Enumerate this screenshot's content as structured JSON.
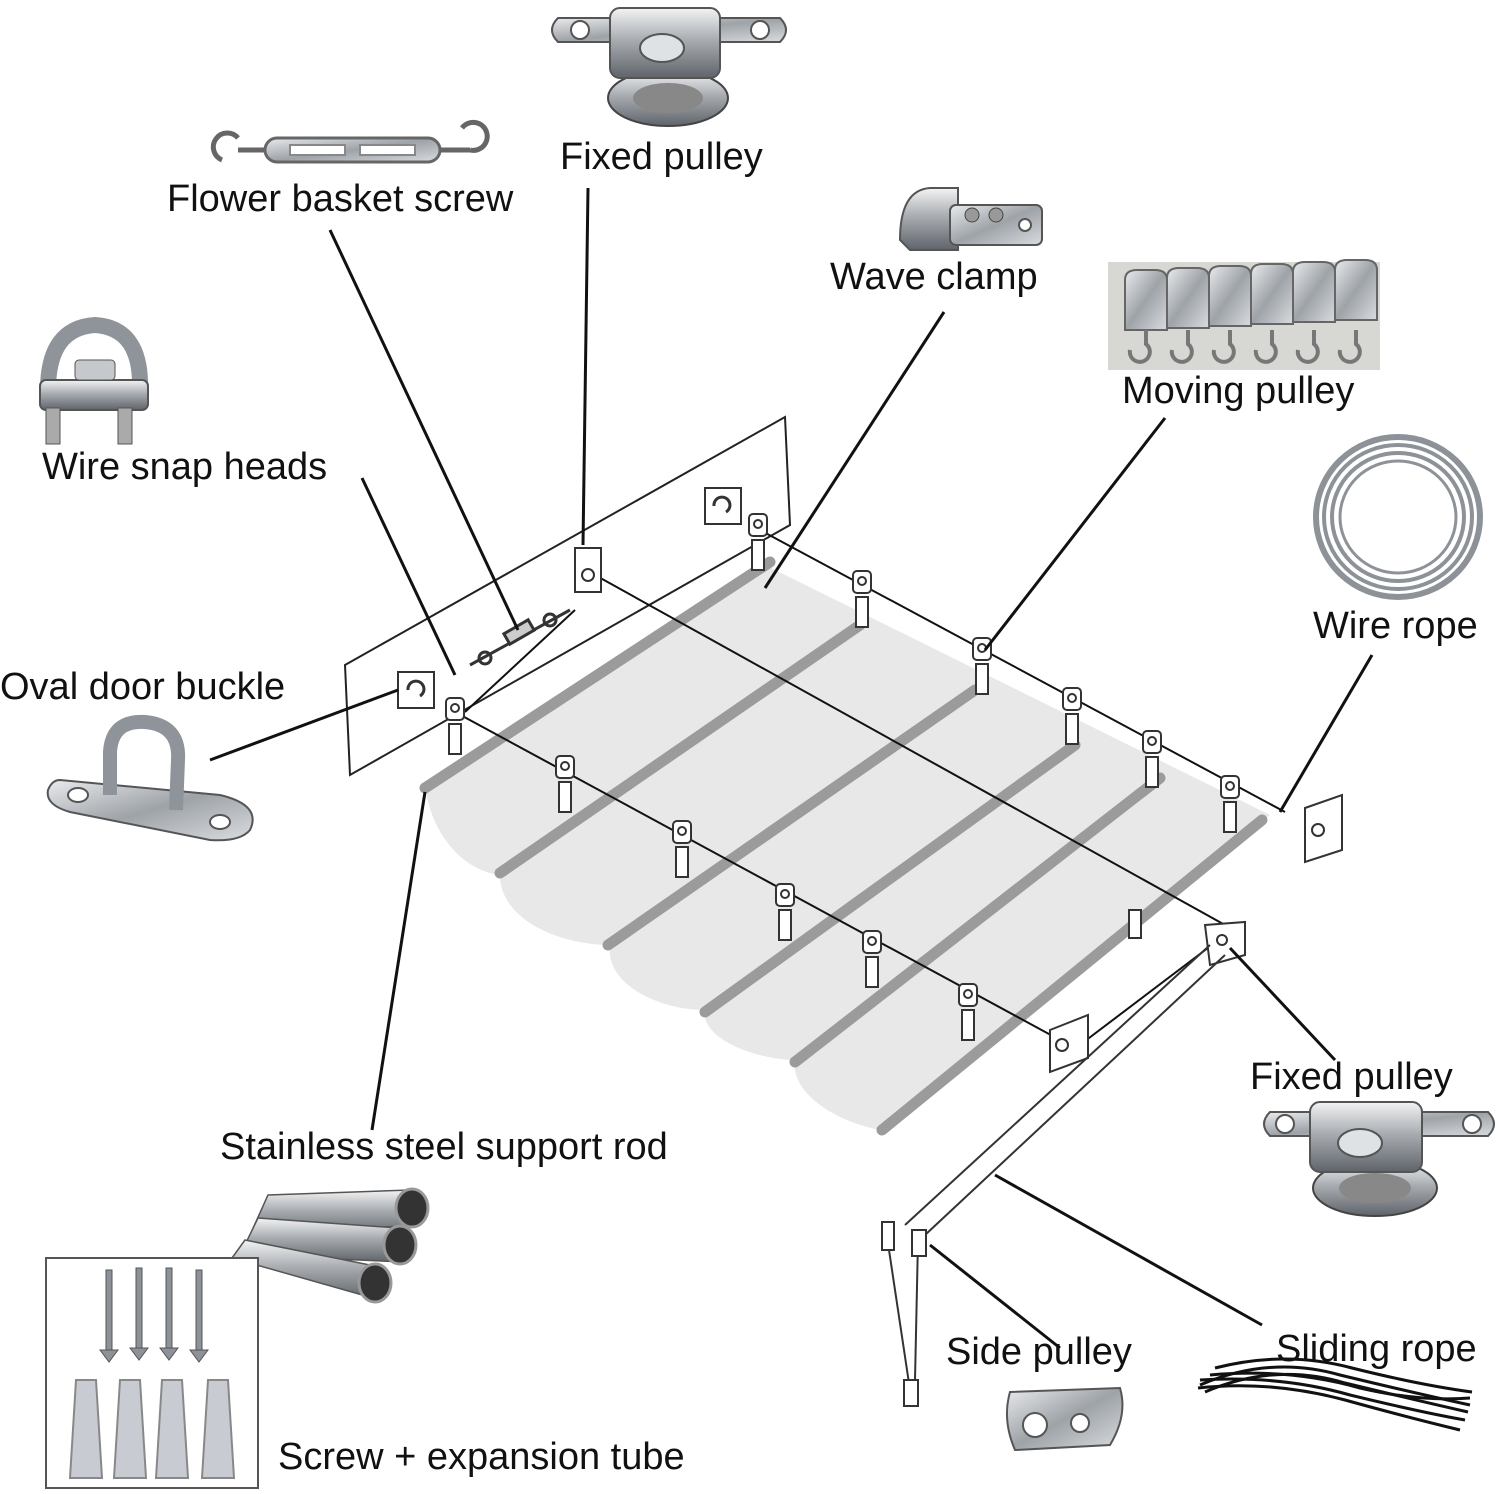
{
  "diagram": {
    "labels": {
      "fixed_pulley_top": "Fixed pulley",
      "flower_basket_screw": "Flower basket screw",
      "wave_clamp": "Wave clamp",
      "moving_pulley": "Moving pulley",
      "wire_snap_heads": "Wire snap heads",
      "wire_rope": "Wire rope",
      "oval_door_buckle": "Oval door buckle",
      "fixed_pulley_bottom": "Fixed pulley",
      "stainless_steel_support_rod": "Stainless steel support rod",
      "side_pulley": "Side pulley",
      "sliding_rope": "Sliding rope",
      "screw_expansion_tube": "Screw + expansion tube"
    },
    "colors": {
      "line": "#111111",
      "canopy": "#e6e6e6",
      "rod": "#9a9a9a",
      "metal": "#b9bdc2",
      "metal_dark": "#6f757c"
    }
  }
}
